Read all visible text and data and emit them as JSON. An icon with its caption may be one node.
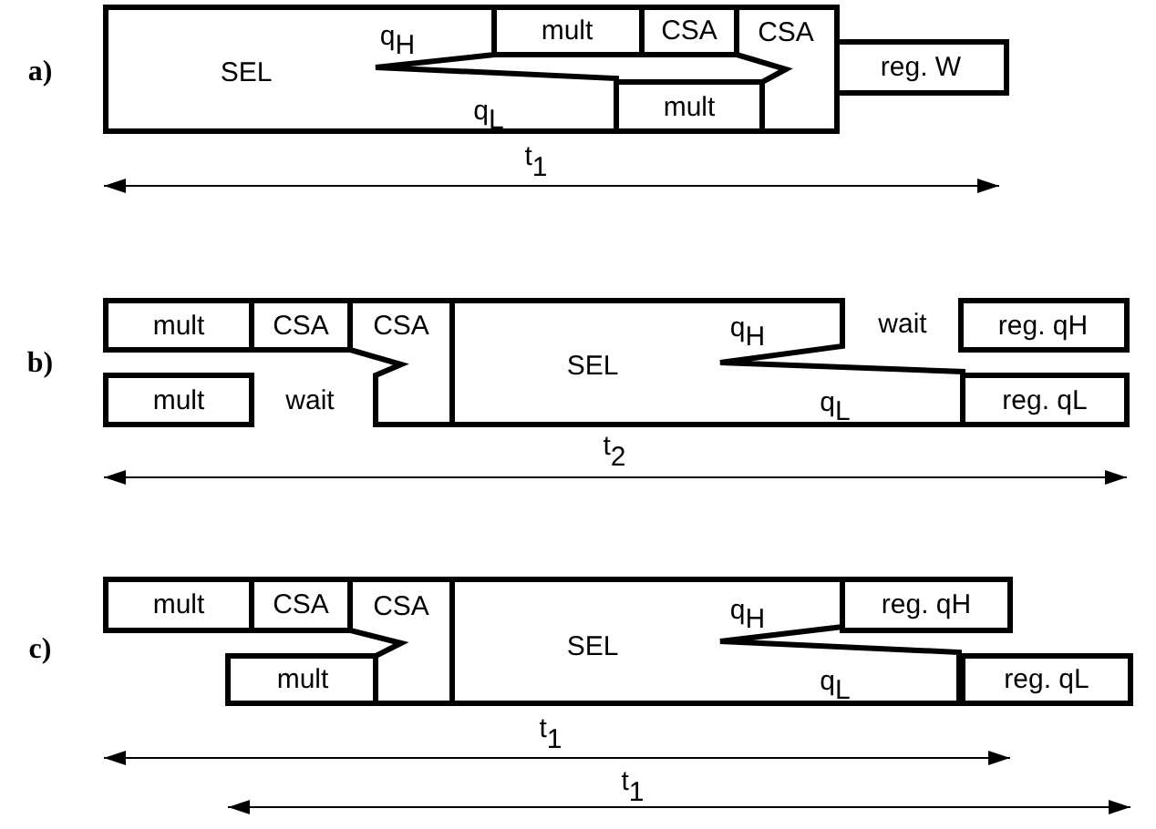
{
  "diagram": {
    "nodes": [
      {
        "text": [
          "SEL",
          "q$_{H}$",
          "q$_{L}$"
        ]
      },
      {
        "text": [
          "mult"
        ]
      },
      {
        "text": [
          "CSA"
        ]
      },
      {
        "text": [
          "CSA"
        ]
      },
      {
        "text": [
          "mult"
        ]
      },
      {
        "text": [
          "reg. W"
        ]
      },
      {
        "text": [
          "mult"
        ]
      },
      {
        "text": [
          "CSA"
        ]
      },
      {
        "text": [
          "CSA"
        ]
      },
      {
        "text": [
          "SEL",
          "q$_{H}$",
          "q$_{L}$"
        ]
      },
      {
        "text": [
          "reg. qH"
        ]
      },
      {
        "text": [
          "mult"
        ]
      },
      {
        "text": [
          "reg. qL"
        ]
      },
      {
        "text": [
          "mult"
        ]
      },
      {
        "text": [
          "CSA"
        ]
      },
      {
        "text": [
          "CSA"
        ]
      },
      {
        "text": [
          "SEL",
          "q$_{H}$",
          "q$_{L}$"
        ]
      },
      {
        "text": [
          "reg. qH"
        ]
      },
      {
        "text": [
          "mult"
        ]
      },
      {
        "text": [
          "reg. qL"
        ]
      }
    ],
    "edges": [],
    "labels": [
      "a)",
      "t$_{1}$",
      "b)",
      "wait",
      "wait",
      "t$_{2}$",
      "c)",
      "t$_{1}$",
      "t$_{1}$"
    ]
  }
}
